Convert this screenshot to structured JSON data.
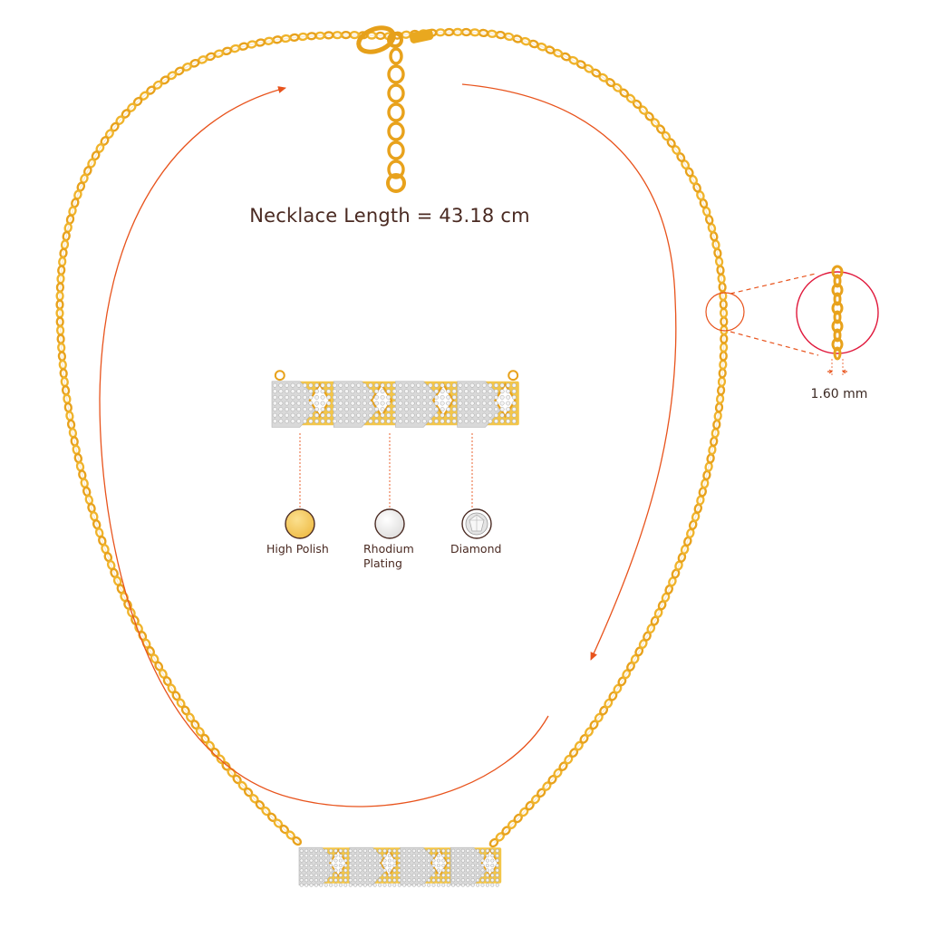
{
  "necklace_length_label": "Necklace Length = 43.18 cm",
  "chain_width_label": "1.60 mm",
  "finishes": [
    {
      "label_line1": "High Polish",
      "label_line2": "",
      "icon": "gold-swatch-icon",
      "color": "#f2c45a"
    },
    {
      "label_line1": "Rhodium",
      "label_line2": "Plating",
      "icon": "silver-swatch-icon",
      "color": "#ecebea"
    },
    {
      "label_line1": "Diamond",
      "label_line2": "",
      "icon": "diamond-swatch-icon",
      "color": "#dcdcdc"
    }
  ],
  "colors": {
    "gold": "#e8a21c",
    "gold_light": "#f7cf55",
    "accent_red": "#e8531c",
    "text": "#4a2a22"
  }
}
